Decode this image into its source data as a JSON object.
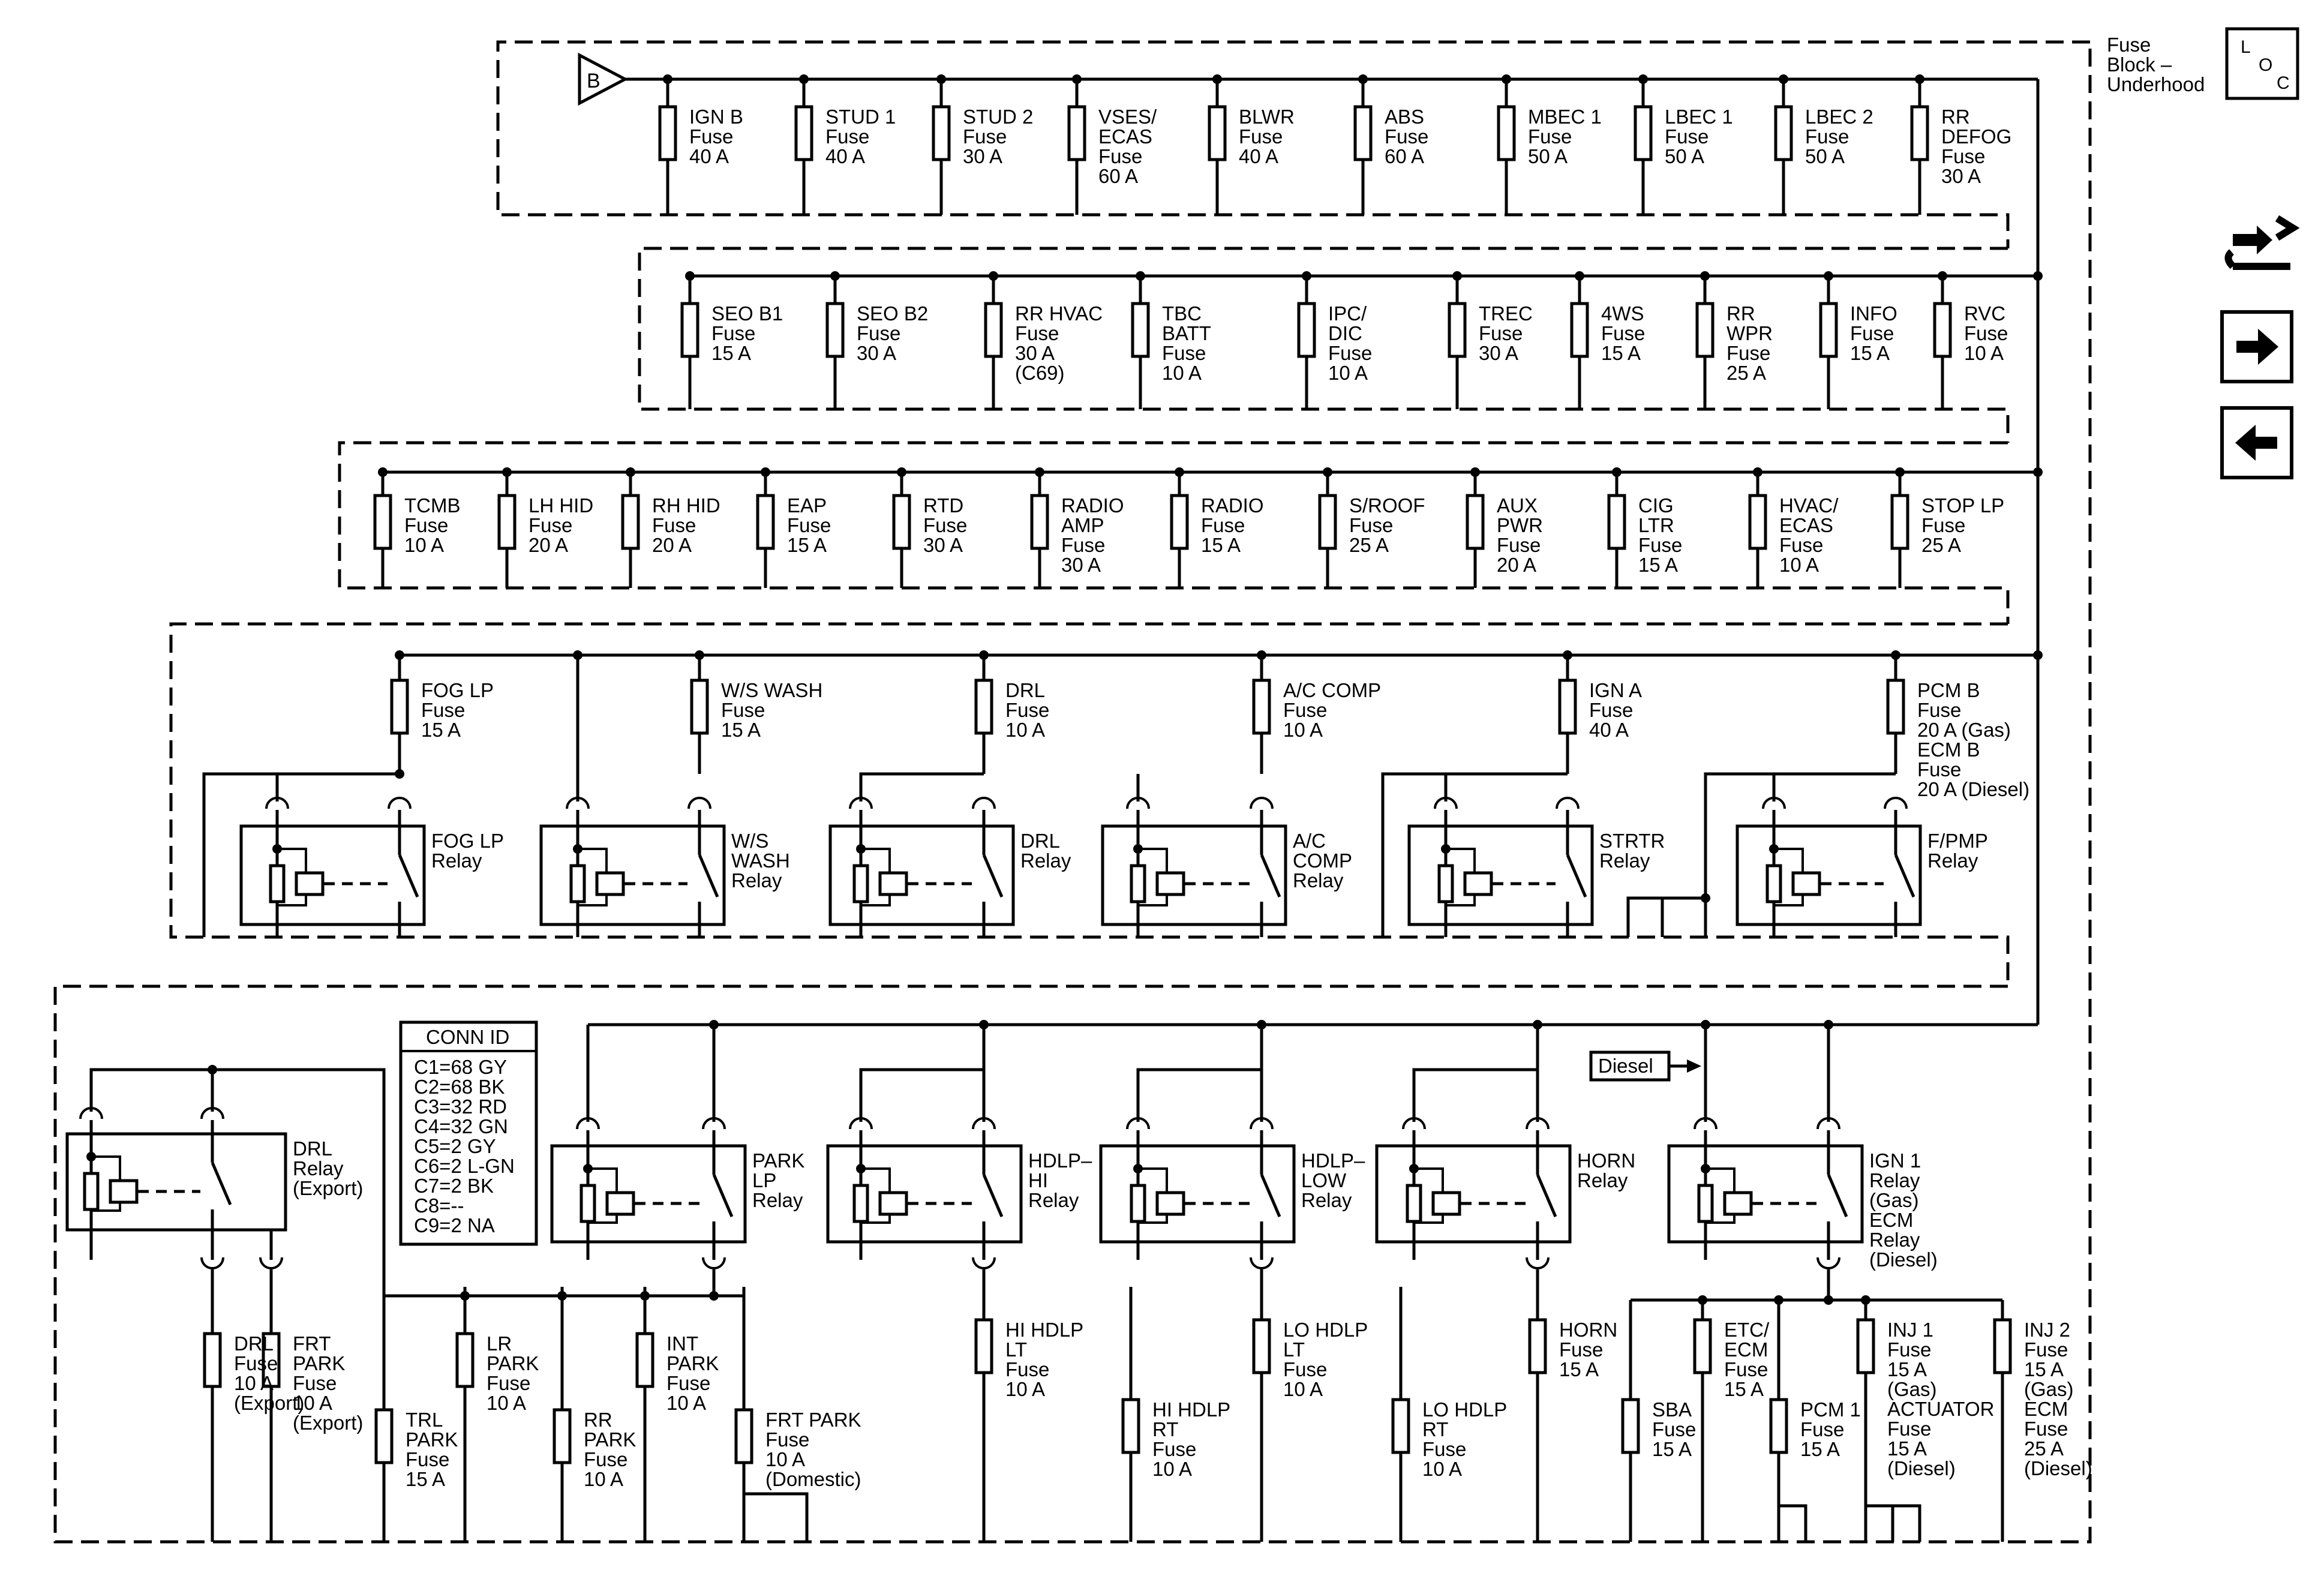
{
  "location": {
    "title_lines": [
      "Fuse",
      "Block –",
      "Underhood"
    ],
    "loc_letters": [
      "L",
      "O",
      "C"
    ]
  },
  "supply": {
    "label": "B"
  },
  "diesel_tag": "Diesel",
  "conn_id": {
    "title": "CONN ID",
    "entries": [
      "C1=68 GY",
      "C2=68 BK",
      "C3=32 RD",
      "C4=32 GN",
      "C5=2 GY",
      "C6=2 L-GN",
      "C7=2 BK",
      "C8=--",
      "C9=2 NA"
    ]
  },
  "rows": [
    {
      "fuses": [
        {
          "lines": [
            "IGN B",
            "Fuse",
            "40 A"
          ]
        },
        {
          "lines": [
            "STUD 1",
            "Fuse",
            "40 A"
          ]
        },
        {
          "lines": [
            "STUD 2",
            "Fuse",
            "30 A"
          ]
        },
        {
          "lines": [
            "VSES/",
            "ECAS",
            "Fuse",
            "60 A"
          ]
        },
        {
          "lines": [
            "BLWR",
            "Fuse",
            "40 A"
          ]
        },
        {
          "lines": [
            "ABS",
            "Fuse",
            "60 A"
          ]
        },
        {
          "lines": [
            "MBEC 1",
            "Fuse",
            "50 A"
          ]
        },
        {
          "lines": [
            "LBEC 1",
            "Fuse",
            "50 A"
          ]
        },
        {
          "lines": [
            "LBEC 2",
            "Fuse",
            "50 A"
          ]
        },
        {
          "lines": [
            "RR",
            "DEFOG",
            "Fuse",
            "30 A"
          ]
        }
      ]
    },
    {
      "fuses": [
        {
          "lines": [
            "SEO B1",
            "Fuse",
            "15 A"
          ]
        },
        {
          "lines": [
            "SEO B2",
            "Fuse",
            "30 A"
          ]
        },
        {
          "lines": [
            "RR HVAC",
            "Fuse",
            "30 A",
            "(C69)"
          ]
        },
        {
          "lines": [
            "TBC",
            "BATT",
            "Fuse",
            "10 A"
          ]
        },
        {
          "lines": [
            "IPC/",
            "DIC",
            "Fuse",
            "10 A"
          ]
        },
        {
          "lines": [
            "TREC",
            "Fuse",
            "30 A"
          ]
        },
        {
          "lines": [
            "4WS",
            "Fuse",
            "15 A"
          ]
        },
        {
          "lines": [
            "RR",
            "WPR",
            "Fuse",
            "25 A"
          ]
        },
        {
          "lines": [
            "INFO",
            "Fuse",
            "15 A"
          ]
        },
        {
          "lines": [
            "RVC",
            "Fuse",
            "10 A"
          ]
        }
      ]
    },
    {
      "fuses": [
        {
          "lines": [
            "TCMB",
            "Fuse",
            "10 A"
          ]
        },
        {
          "lines": [
            "LH HID",
            "Fuse",
            "20 A"
          ]
        },
        {
          "lines": [
            "RH HID",
            "Fuse",
            "20 A"
          ]
        },
        {
          "lines": [
            "EAP",
            "Fuse",
            "15 A"
          ]
        },
        {
          "lines": [
            "RTD",
            "Fuse",
            "30 A"
          ]
        },
        {
          "lines": [
            "RADIO",
            "AMP",
            "Fuse",
            "30 A"
          ]
        },
        {
          "lines": [
            "RADIO",
            "Fuse",
            "15 A"
          ]
        },
        {
          "lines": [
            "S/ROOF",
            "Fuse",
            "25 A"
          ]
        },
        {
          "lines": [
            "AUX",
            "PWR",
            "Fuse",
            "20 A"
          ]
        },
        {
          "lines": [
            "CIG",
            "LTR",
            "Fuse",
            "15 A"
          ]
        },
        {
          "lines": [
            "HVAC/",
            "ECAS",
            "Fuse",
            "10 A"
          ]
        },
        {
          "lines": [
            "STOP LP",
            "Fuse",
            "25 A"
          ]
        }
      ]
    }
  ],
  "row4": {
    "fuses": [
      {
        "lines": [
          "FOG LP",
          "Fuse",
          "15 A"
        ]
      },
      {
        "lines": [
          "W/S WASH",
          "Fuse",
          "15 A"
        ]
      },
      {
        "lines": [
          "DRL",
          "Fuse",
          "10 A"
        ]
      },
      {
        "lines": [
          "A/C COMP",
          "Fuse",
          "10 A"
        ]
      },
      {
        "lines": [
          "IGN A",
          "Fuse",
          "40 A"
        ]
      },
      {
        "lines": [
          "PCM B",
          "Fuse",
          "20 A (Gas)",
          "ECM B",
          "Fuse",
          "20 A (Diesel)"
        ]
      }
    ],
    "relays": [
      {
        "lines": [
          "FOG LP",
          "Relay"
        ]
      },
      {
        "lines": [
          "W/S",
          "WASH",
          "Relay"
        ]
      },
      {
        "lines": [
          "DRL",
          "Relay"
        ]
      },
      {
        "lines": [
          "A/C",
          "COMP",
          "Relay"
        ]
      },
      {
        "lines": [
          "STRTR",
          "Relay"
        ]
      },
      {
        "lines": [
          "F/PMP",
          "Relay"
        ]
      }
    ]
  },
  "row5": {
    "relays": [
      {
        "lines": [
          "DRL",
          "Relay",
          "(Export)"
        ]
      },
      {
        "lines": [
          "PARK",
          "LP",
          "Relay"
        ]
      },
      {
        "lines": [
          "HDLP–",
          "HI",
          "Relay"
        ]
      },
      {
        "lines": [
          "HDLP–",
          "LOW",
          "Relay"
        ]
      },
      {
        "lines": [
          "HORN",
          "Relay"
        ]
      },
      {
        "lines": [
          "IGN 1",
          "Relay",
          "(Gas)",
          "ECM",
          "Relay",
          "(Diesel)"
        ]
      }
    ],
    "fuses": [
      {
        "lines": [
          "DRL",
          "Fuse",
          "10 A",
          "(Export)"
        ]
      },
      {
        "lines": [
          "FRT",
          "PARK",
          "Fuse",
          "10 A",
          "(Export)"
        ]
      },
      {
        "lines": [
          "TRL",
          "PARK",
          "Fuse",
          "15 A"
        ]
      },
      {
        "lines": [
          "LR",
          "PARK",
          "Fuse",
          "10 A"
        ]
      },
      {
        "lines": [
          "RR",
          "PARK",
          "Fuse",
          "10 A"
        ]
      },
      {
        "lines": [
          "INT",
          "PARK",
          "Fuse",
          "10 A"
        ]
      },
      {
        "lines": [
          "FRT PARK",
          "Fuse",
          "10 A",
          "(Domestic)"
        ]
      },
      {
        "lines": [
          "HI HDLP",
          "LT",
          "Fuse",
          "10 A"
        ]
      },
      {
        "lines": [
          "HI HDLP",
          "RT",
          "Fuse",
          "10 A"
        ]
      },
      {
        "lines": [
          "LO HDLP",
          "LT",
          "Fuse",
          "10 A"
        ]
      },
      {
        "lines": [
          "LO HDLP",
          "RT",
          "Fuse",
          "10 A"
        ]
      },
      {
        "lines": [
          "HORN",
          "Fuse",
          "15 A"
        ]
      },
      {
        "lines": [
          "SBA",
          "Fuse",
          "15 A"
        ]
      },
      {
        "lines": [
          "ETC/",
          "ECM",
          "Fuse",
          "15 A"
        ]
      },
      {
        "lines": [
          "PCM 1",
          "Fuse",
          "15 A"
        ]
      },
      {
        "lines": [
          "INJ 1",
          "Fuse",
          "15 A",
          "(Gas)",
          "ACTUATOR",
          "Fuse",
          "15 A",
          "(Diesel)"
        ]
      },
      {
        "lines": [
          "INJ 2",
          "Fuse",
          "15 A",
          "(Gas)",
          "ECM",
          "Fuse",
          "25 A",
          "(Diesel)"
        ]
      }
    ]
  },
  "nav": {
    "icons": [
      "wiring-tool-icon",
      "arrow-right-icon",
      "arrow-left-icon"
    ]
  }
}
